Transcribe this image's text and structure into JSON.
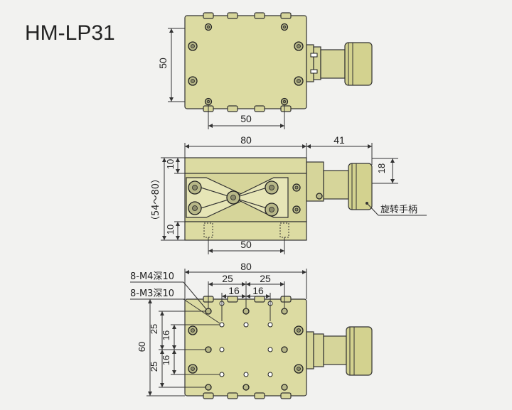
{
  "model": "HM-LP31",
  "top_view": {
    "height_dim": "50",
    "hole_spacing_dim": "50"
  },
  "front_view": {
    "width_dim": "80",
    "handle_length_dim": "41",
    "top_thickness_dim": "10",
    "height_range_dim": "（54～80）",
    "bottom_thickness_dim": "10",
    "handle_dia_dim": "18",
    "bottom_hole_spacing_dim": "50",
    "handle_label": "旋转手柄"
  },
  "bottom_view": {
    "width_dim": "80",
    "m4_label": "8-M4深10",
    "m3_label": "8-M3深10",
    "spacing_25_left": "25",
    "spacing_25_right": "25",
    "spacing_16_left": "16",
    "spacing_16_right": "16",
    "height_dim": "60",
    "v25_top": "25",
    "v25_bottom": "25",
    "v16_top": "16",
    "v16_bottom": "16"
  },
  "colors": {
    "body": "#dcdba2",
    "background": "#f2f2f0",
    "line": "#333333"
  }
}
